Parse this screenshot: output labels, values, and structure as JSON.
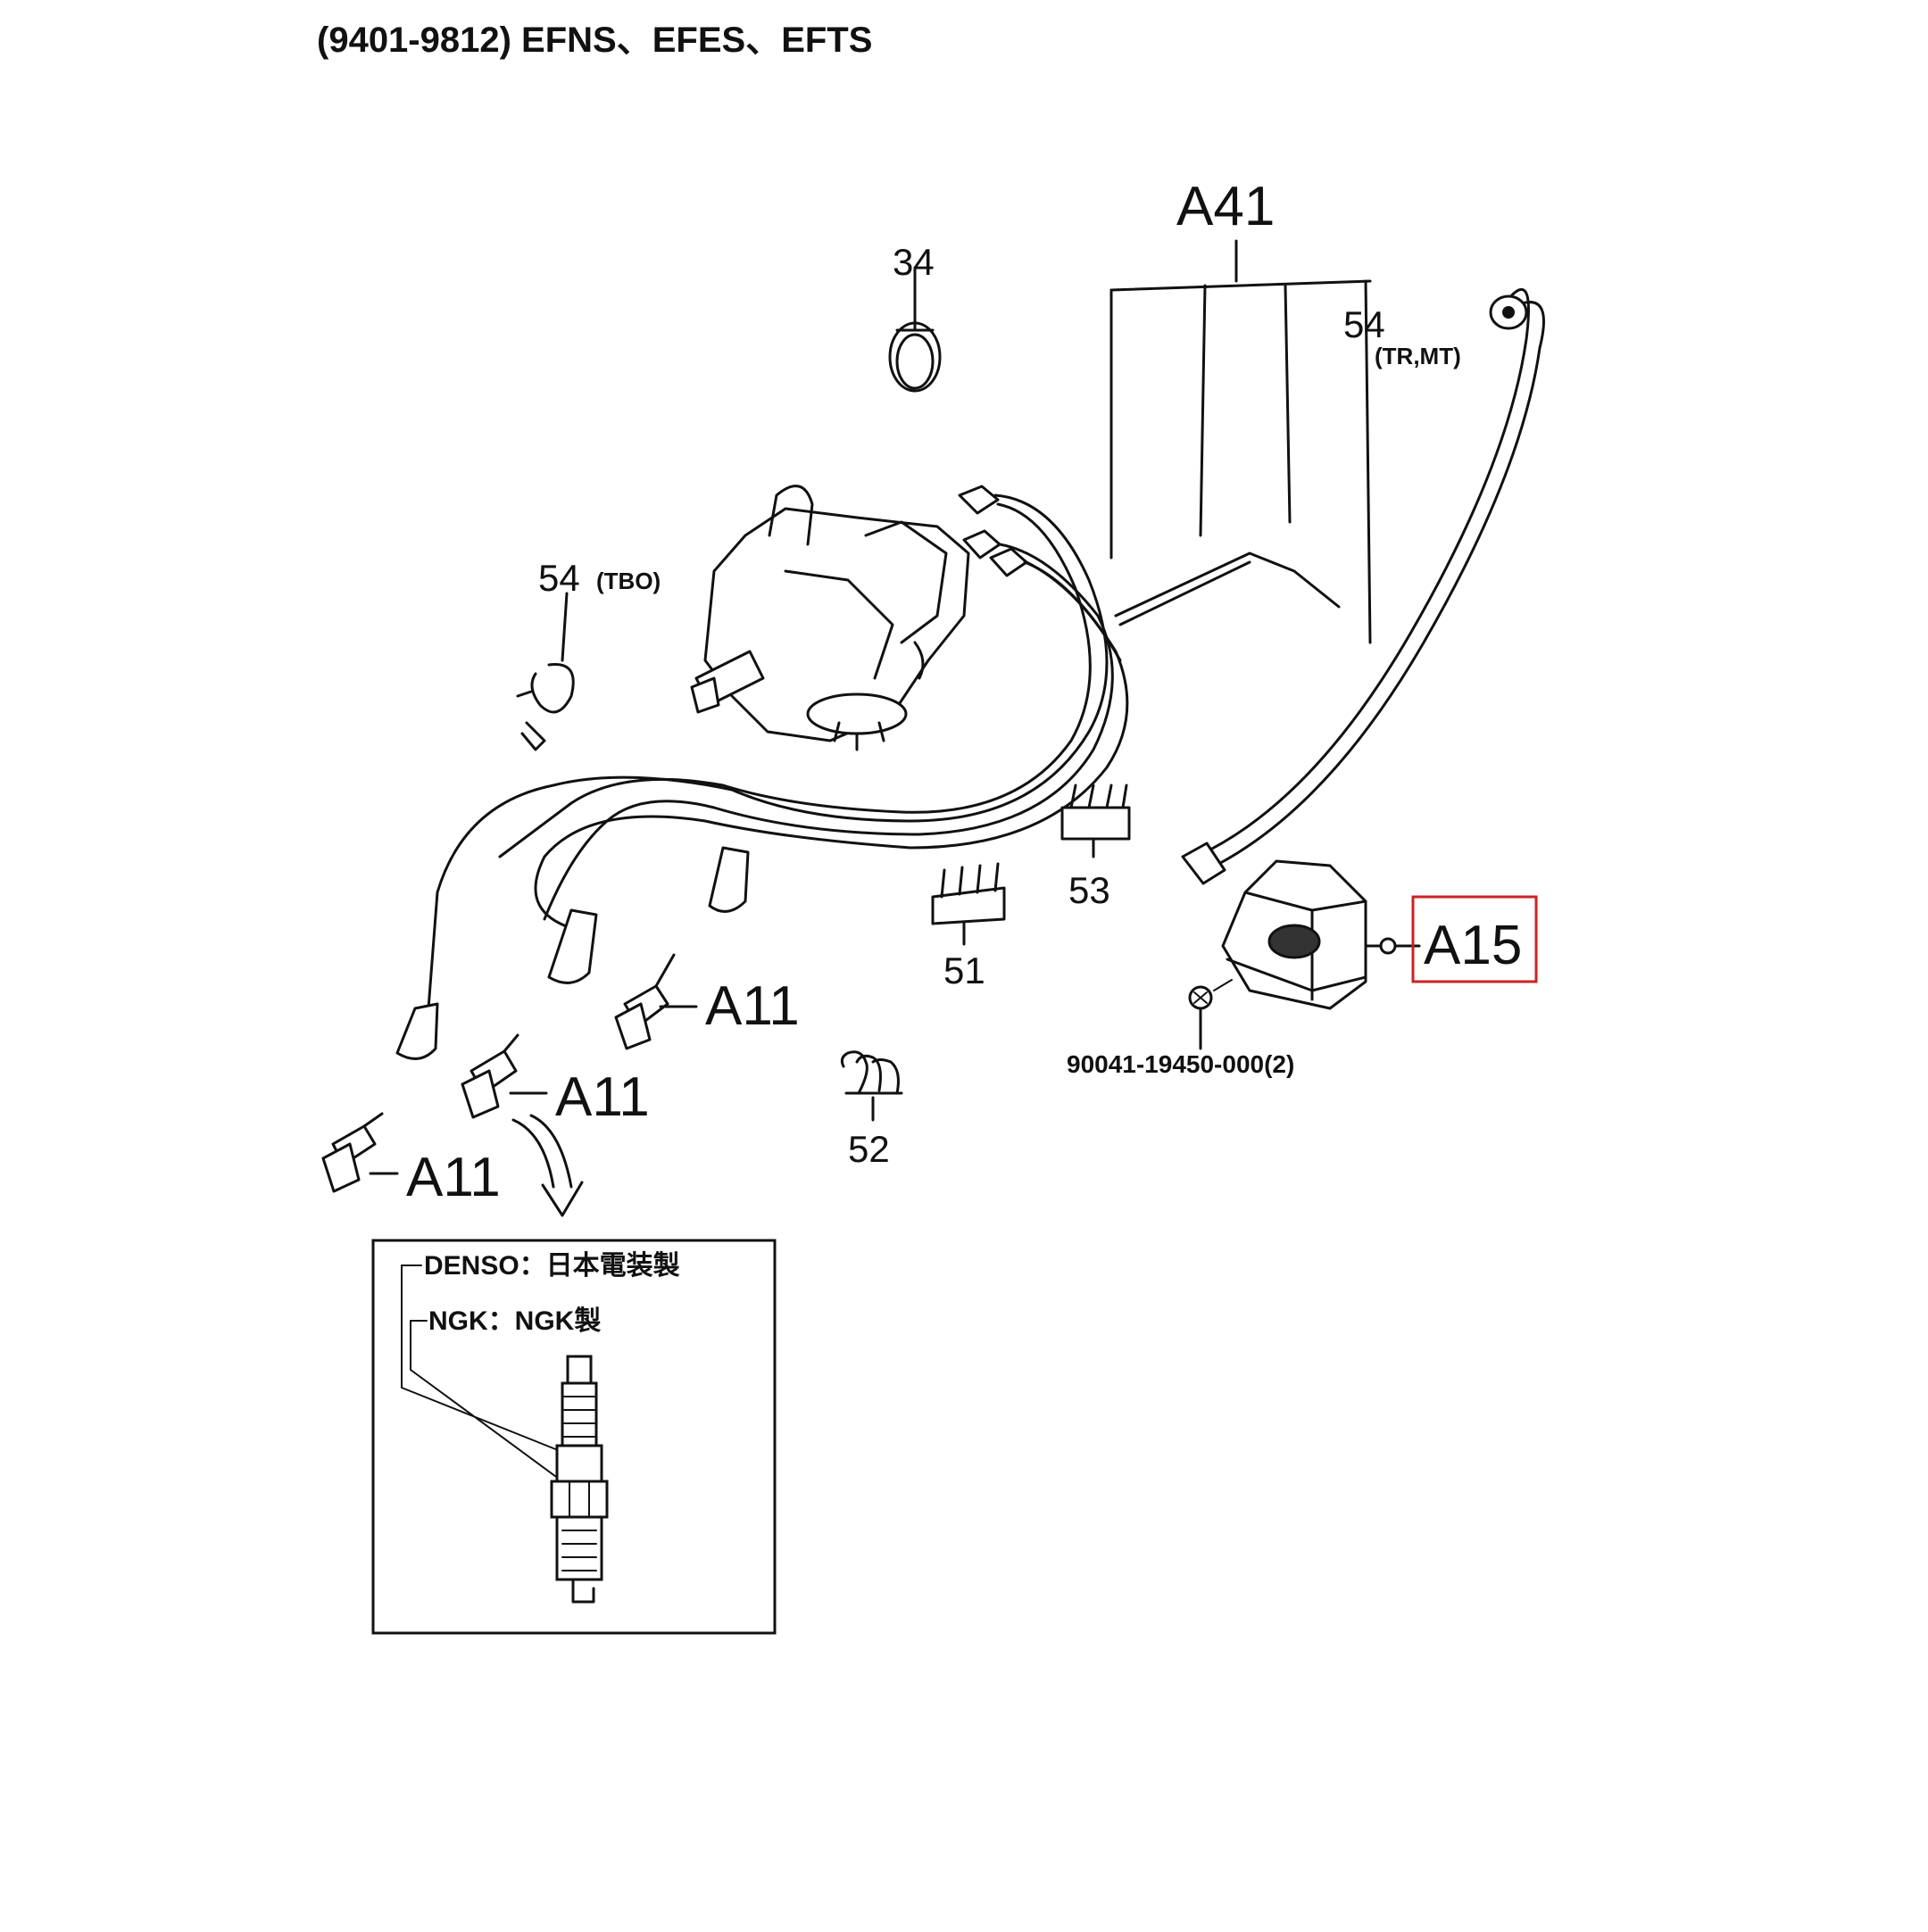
{
  "header": {
    "title": "(9401-9812) EFNS、EFES、EFTS"
  },
  "callouts": {
    "a41": "A41",
    "p34": "34",
    "p54_trmt_num": "54",
    "p54_trmt_note": "(TR,MT)",
    "p54_tbo_num": "54",
    "p54_tbo_note": "(TBO)",
    "p53": "53",
    "p51": "51",
    "p52": "52",
    "a15": "A15",
    "a11_1": "A11",
    "a11_2": "A11",
    "a11_3": "A11",
    "bolt_part": "90041-19450-000(2)"
  },
  "highlight": {
    "target": "A15",
    "color": "#cc2222"
  },
  "legend": {
    "denso": "DENSO：日本電装製",
    "ngk": "NGK：NGK製"
  }
}
